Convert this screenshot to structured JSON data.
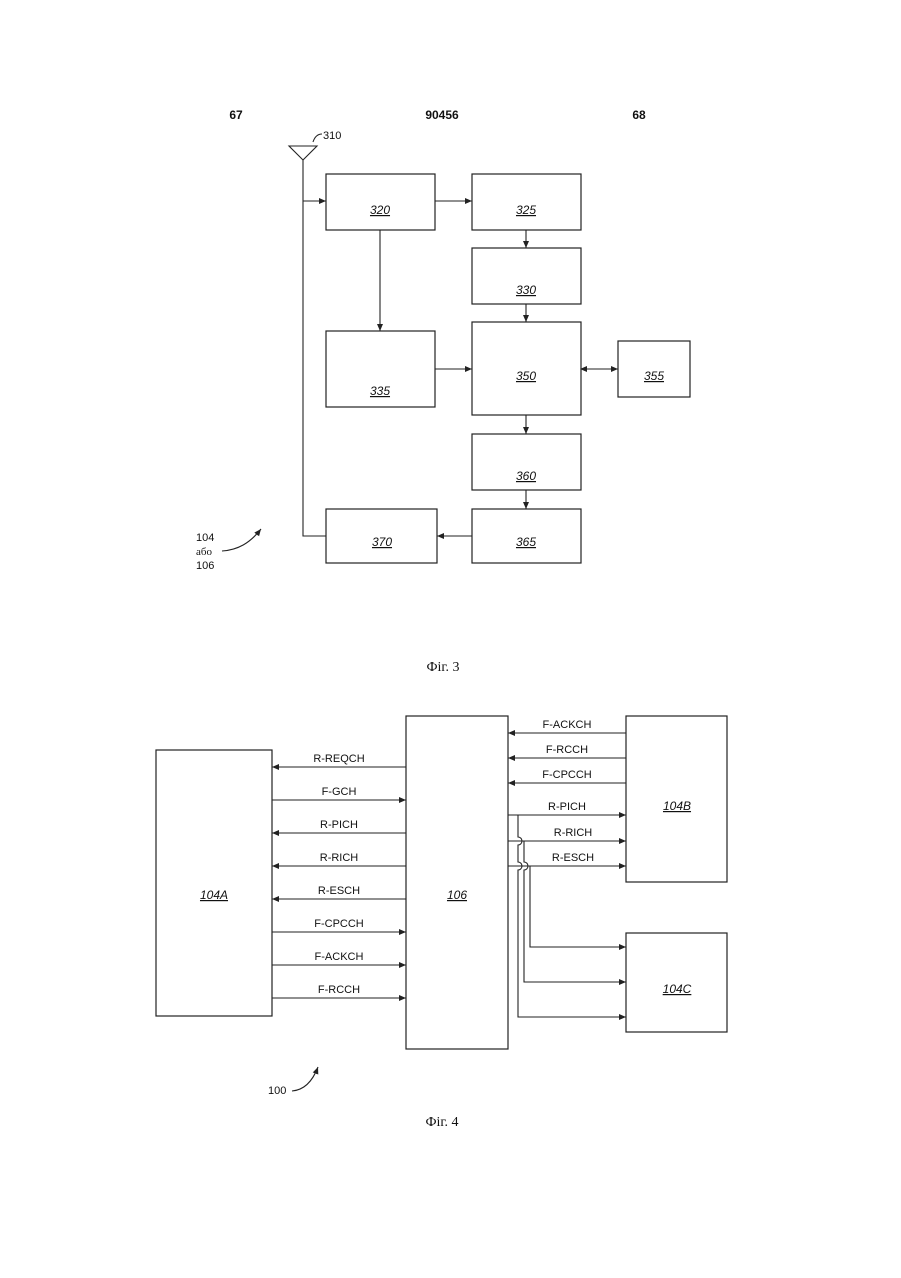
{
  "header": {
    "left_page": "67",
    "patent_number": "90456",
    "right_page": "68"
  },
  "fig3": {
    "caption": "Фіг. 3",
    "antenna_ref": "310",
    "blocks": {
      "b320": "320",
      "b325": "325",
      "b330": "330",
      "b335": "335",
      "b350": "350",
      "b355": "355",
      "b360": "360",
      "b365": "365",
      "b370": "370"
    },
    "device_ref": {
      "line1": "104",
      "line2": "або",
      "line3": "106"
    }
  },
  "fig4": {
    "caption": "Фіг. 4",
    "system_ref": "100",
    "blocks": {
      "a": "104A",
      "center": "106",
      "b": "104B",
      "c": "104C"
    },
    "left_channels": [
      "R-REQCH",
      "F-GCH",
      "R-PICH",
      "R-RICH",
      "R-ESCH",
      "F-CPCCH",
      "F-ACKCH",
      "F-RCCH"
    ],
    "right_channels": [
      "F-ACKCH",
      "F-RCCH",
      "F-CPCCH",
      "R-PICH",
      "R-RICH",
      "R-ESCH"
    ]
  }
}
